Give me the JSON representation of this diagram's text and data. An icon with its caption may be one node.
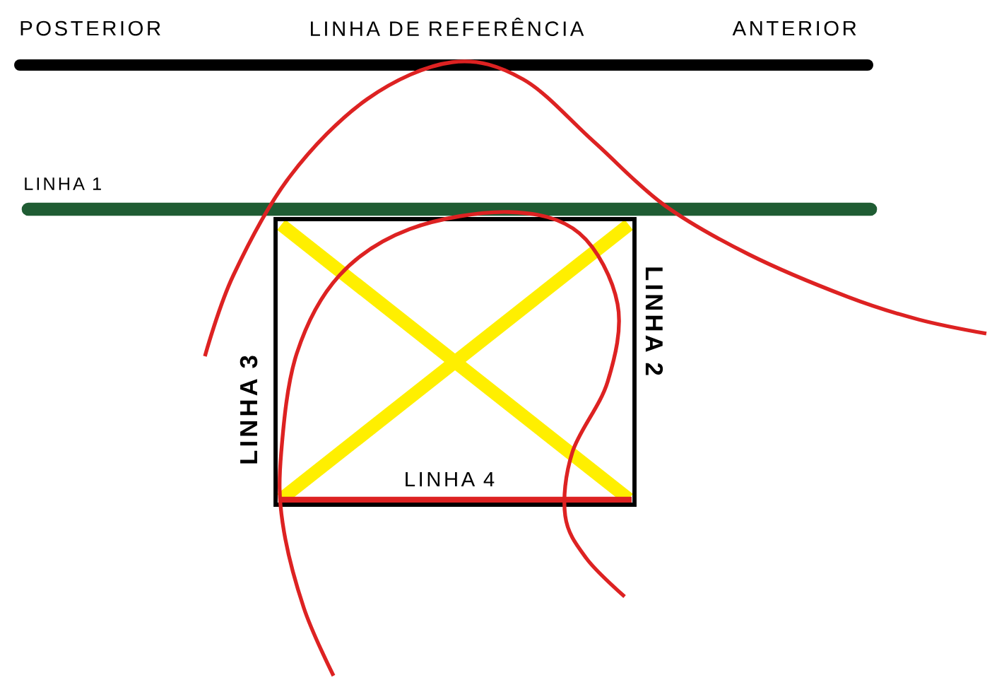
{
  "diagram": {
    "labels": [
      "POSTERIOR",
      "LINHA DE REFERÊNCIA",
      "ANTERIOR",
      "LINHA 1",
      "LINHA 3",
      "LINHA 2",
      "LINHA 4"
    ]
  }
}
